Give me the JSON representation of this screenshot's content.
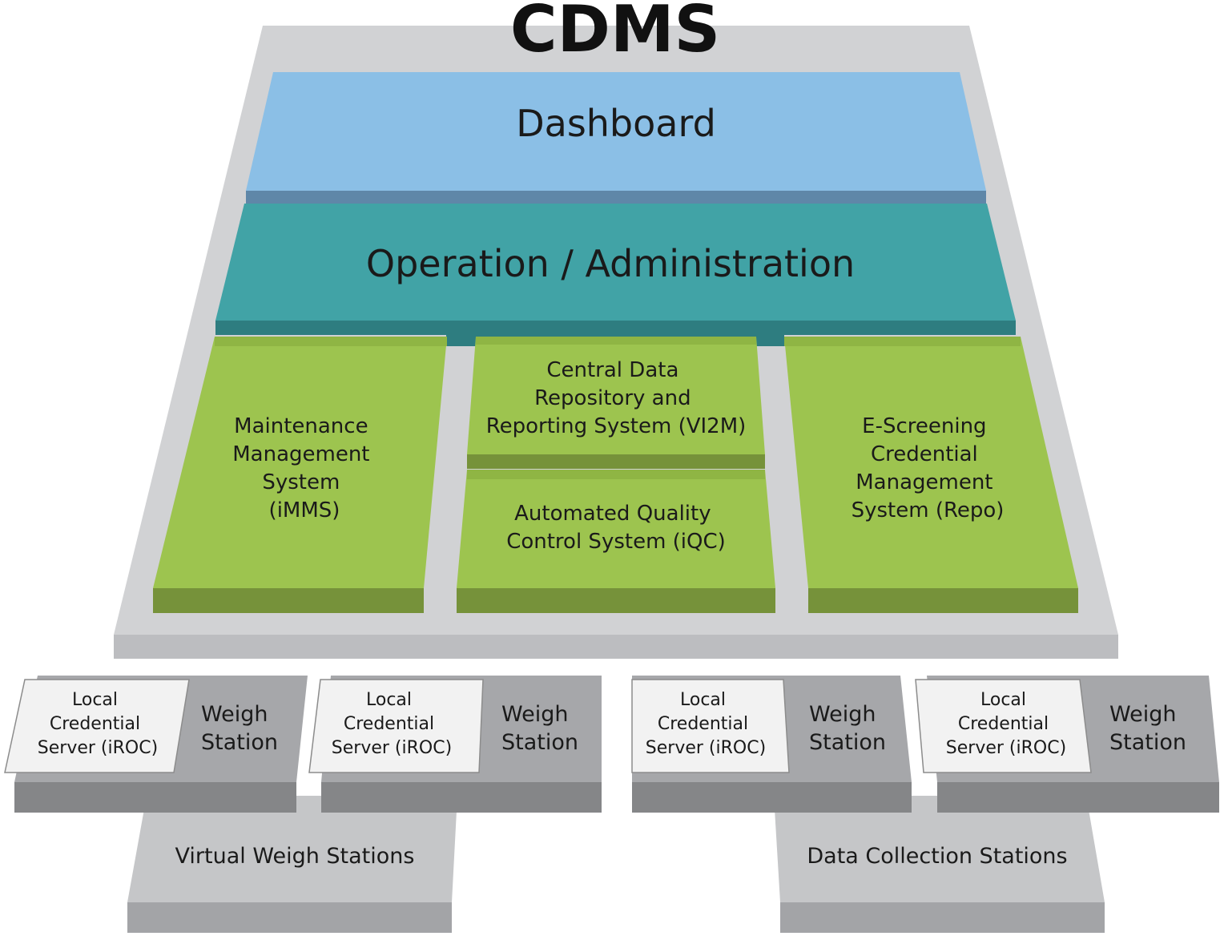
{
  "title": "CDMS",
  "layers": {
    "dashboard": "Dashboard",
    "operation": "Operation / Administration"
  },
  "modules": {
    "mms": [
      "Maintenance",
      "Management",
      "System",
      "(iMMS)"
    ],
    "repository": [
      "Central Data",
      "Repository and",
      "Reporting System (VI2M)"
    ],
    "qc": [
      "Automated Quality",
      "Control System (iQC)"
    ],
    "escreening": [
      "E-Screening",
      "Credential",
      "Management",
      "System (Repo)"
    ]
  },
  "stations": [
    {
      "server": [
        "Local",
        "Credential",
        "Server (iROC)"
      ],
      "label": [
        "Weigh",
        "Station"
      ]
    },
    {
      "server": [
        "Local",
        "Credential",
        "Server (iROC)"
      ],
      "label": [
        "Weigh",
        "Station"
      ]
    },
    {
      "server": [
        "Local",
        "Credential",
        "Server (iROC)"
      ],
      "label": [
        "Weigh",
        "Station"
      ]
    },
    {
      "server": [
        "Local",
        "Credential",
        "Server (iROC)"
      ],
      "label": [
        "Weigh",
        "Station"
      ]
    }
  ],
  "groups": {
    "virtual": "Virtual Weigh Stations",
    "collection": "Data Collection Stations"
  },
  "colors": {
    "platform": "#d1d2d4",
    "platform_edge": "#bcbdc0",
    "dashboard": "#8bbfe6",
    "dashboard_edge": "#5f87a8",
    "operation": "#41a3a6",
    "operation_edge": "#2e7d80",
    "module": "#9dc44f",
    "module_edge": "#76923a",
    "station": "#a6a7aa",
    "station_edge": "#858688",
    "server": "#f2f2f2",
    "group": "#c5c6c8",
    "group_edge": "#a3a4a7"
  }
}
